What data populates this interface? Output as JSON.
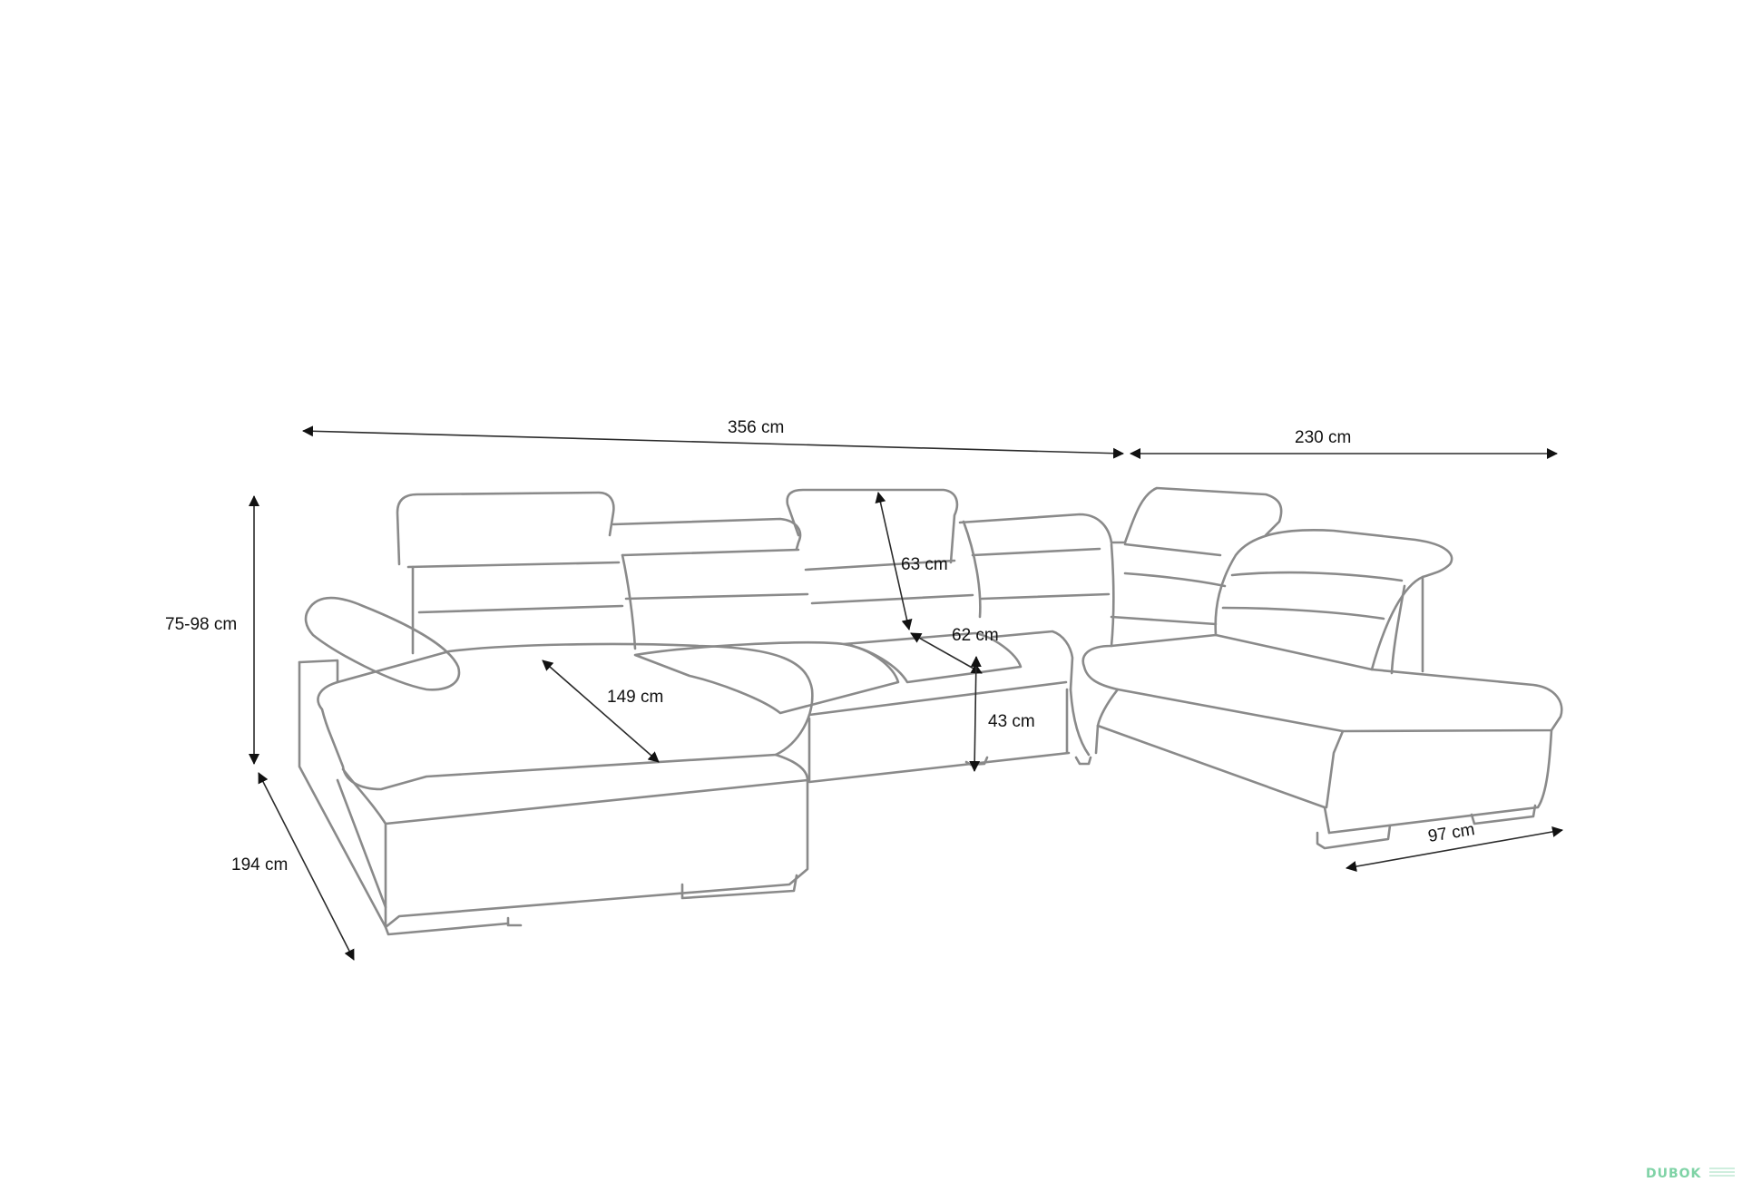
{
  "dimensions": {
    "total_width": "356 cm",
    "right_width": "230 cm",
    "height": "75-98 cm",
    "depth_left": "194 cm",
    "chaise_length": "149 cm",
    "back_height": "63 cm",
    "seat_depth": "62 cm",
    "seat_height": "43 cm",
    "depth_right": "97 cm"
  },
  "watermark": {
    "text": "DUBOK"
  },
  "colors": {
    "outline": "#8a8a8a",
    "dimension": "#2b2b2b",
    "watermark": "#7fd3a6"
  }
}
